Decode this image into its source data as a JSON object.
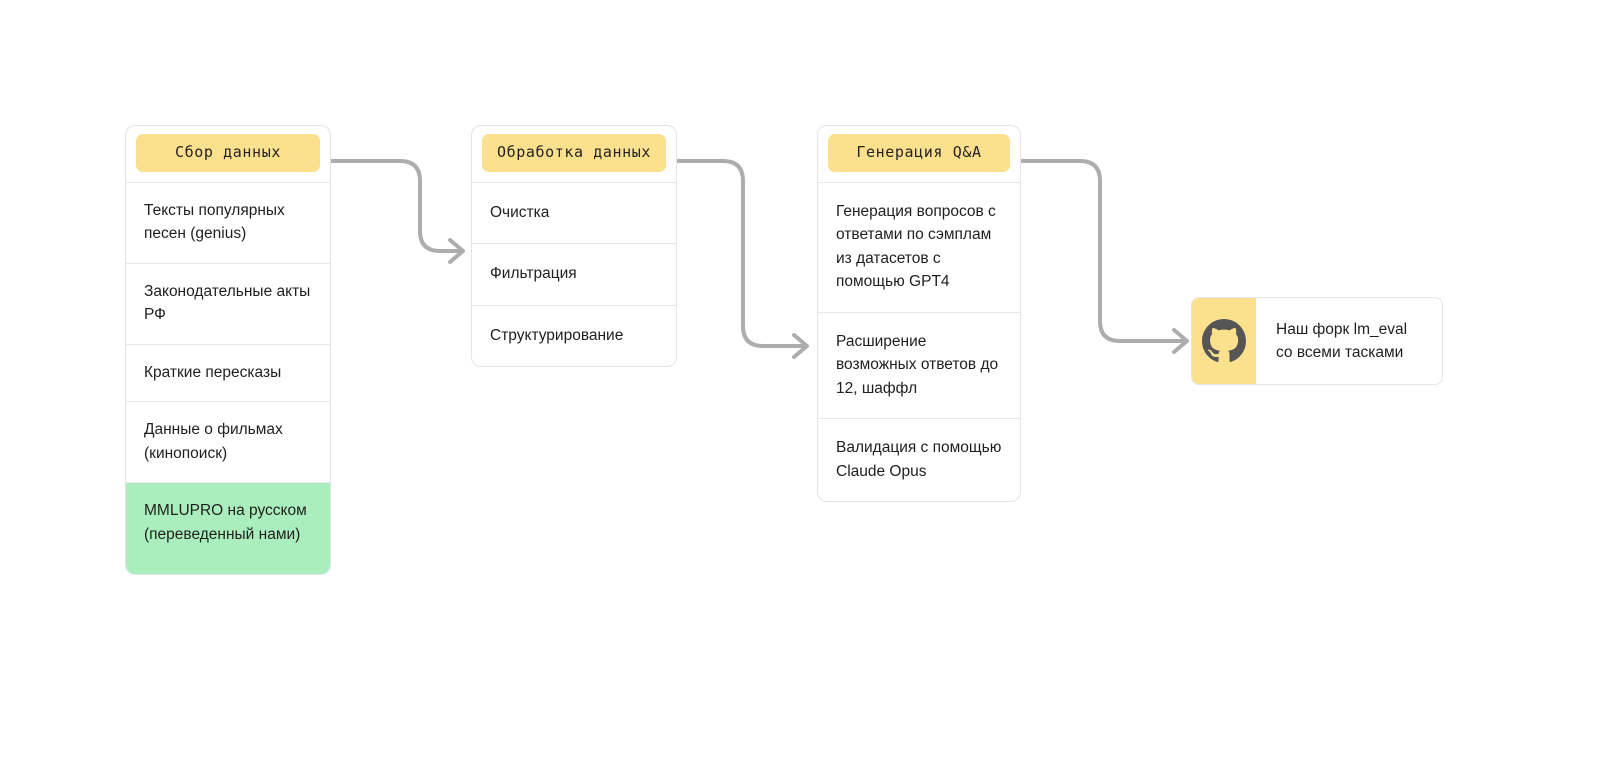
{
  "diagram": {
    "title": "Data pipeline flow",
    "colors": {
      "header_yellow": "#fbe08e",
      "highlight_green": "#abeebd",
      "connector_gray": "#adadad",
      "card_border": "#e4e4e4",
      "text": "#1f1f1f"
    },
    "stages": [
      {
        "header": "Сбор  данных",
        "items": [
          {
            "text": "Тексты популярных песен (genius)",
            "highlight": false
          },
          {
            "text": "Законодательные акты РФ",
            "highlight": false
          },
          {
            "text": "Краткие пересказы",
            "highlight": false
          },
          {
            "text": "Данные о фильмах (кинопоиск)",
            "highlight": false
          },
          {
            "text": "MMLUPRO на русском (переведенный нами)",
            "highlight": true
          }
        ]
      },
      {
        "header": "Обработка  данных",
        "items": [
          {
            "text": "Очистка",
            "highlight": false
          },
          {
            "text": "Фильтрация",
            "highlight": false
          },
          {
            "text": "Структурирование",
            "highlight": false
          }
        ]
      },
      {
        "header": "Генерация  Q&A",
        "items": [
          {
            "text": "Генерация вопросов с ответами по сэмплам из датасетов с помощью GPT4",
            "highlight": false
          },
          {
            "text": "Расширение возможных ответов до 12, шаффл",
            "highlight": false
          },
          {
            "text": "Валидация с помощью Claude Opus",
            "highlight": false
          }
        ]
      }
    ],
    "output_node": {
      "icon": "github-icon",
      "text": "Наш форк lm_eval со всеми тасками"
    }
  }
}
